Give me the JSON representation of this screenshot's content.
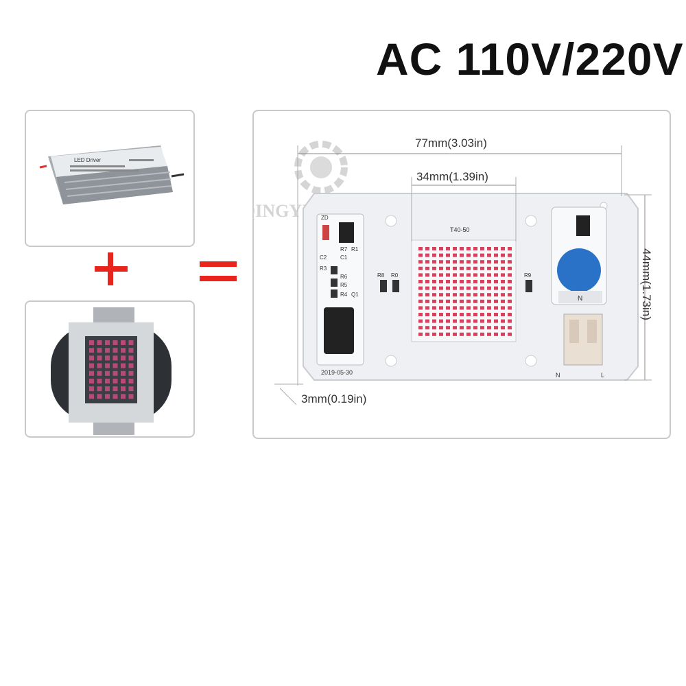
{
  "title": "AC 110V/220V",
  "watermark": "QINGYING",
  "driver": {
    "label": "LED Driver"
  },
  "board": {
    "model": "T40-50",
    "date": "2019-05-30",
    "terminal_left": "N",
    "terminal_right": "L",
    "components": {
      "r8": "R8",
      "r0": "R0",
      "r9": "R9",
      "c2": "C2",
      "r3": "R3",
      "r7": "R7",
      "r1": "R1",
      "c1": "C1",
      "r6": "R6",
      "r5": "R5",
      "r4": "R4",
      "q1": "Q1",
      "z1": "ZD"
    },
    "varistor_n": "N"
  },
  "dimensions": {
    "length": "77mm(3.03in)",
    "chip_width": "34mm(1.39in)",
    "height": "44mm(1.73in)",
    "hole": "3mm(0.19in)"
  },
  "colors": {
    "accent": "#e8241d",
    "board": "#f4f5f7",
    "led": "#d8405c",
    "varistor": "#2a72c8"
  }
}
